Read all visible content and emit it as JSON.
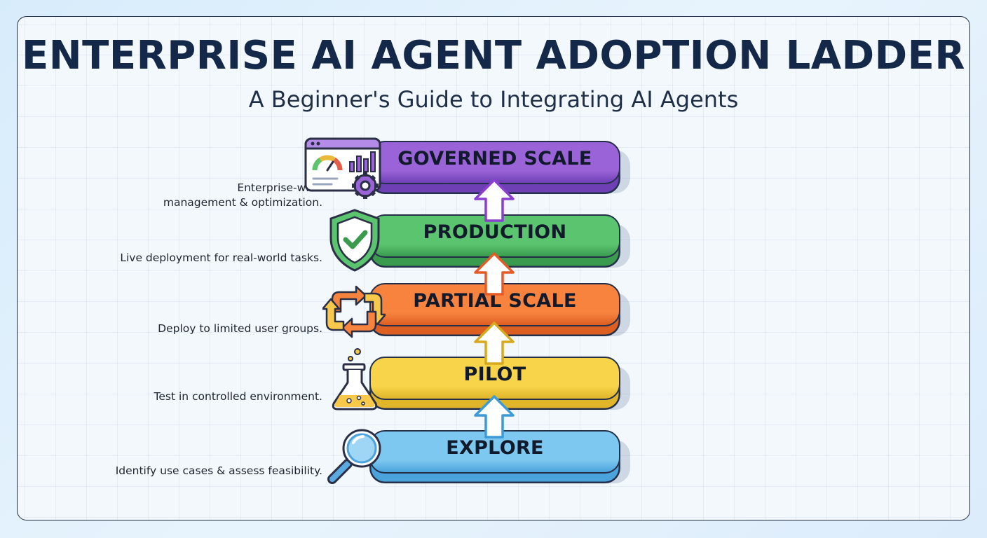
{
  "title": "ENTERPRISE AI AGENT ADOPTION LADDER",
  "subtitle": "A Beginner's Guide to Integrating AI Agents",
  "steps": [
    {
      "label": "GOVERNED SCALE",
      "description_lines": [
        "Enterprise-wide",
        "management & optimization."
      ],
      "color": "#9a64d8",
      "dark": "#6f3fb6",
      "icon": "dashboard-gear-icon"
    },
    {
      "label": "PRODUCTION",
      "description_lines": [
        "Live deployment for real-world tasks."
      ],
      "color": "#5bc46e",
      "dark": "#3a9b4f",
      "icon": "shield-check-icon"
    },
    {
      "label": "PARTIAL SCALE",
      "description_lines": [
        "Deploy to limited user groups."
      ],
      "color": "#f8833f",
      "dark": "#dd5f22",
      "icon": "cycle-arrows-icon"
    },
    {
      "label": "PILOT",
      "description_lines": [
        "Test in controlled environment."
      ],
      "color": "#f7d44a",
      "dark": "#e0b52a",
      "icon": "flask-icon"
    },
    {
      "label": "EXPLORE",
      "description_lines": [
        "Identify use cases & assess feasibility."
      ],
      "color": "#7dc8f0",
      "dark": "#4aa3db",
      "icon": "magnifier-icon"
    }
  ]
}
